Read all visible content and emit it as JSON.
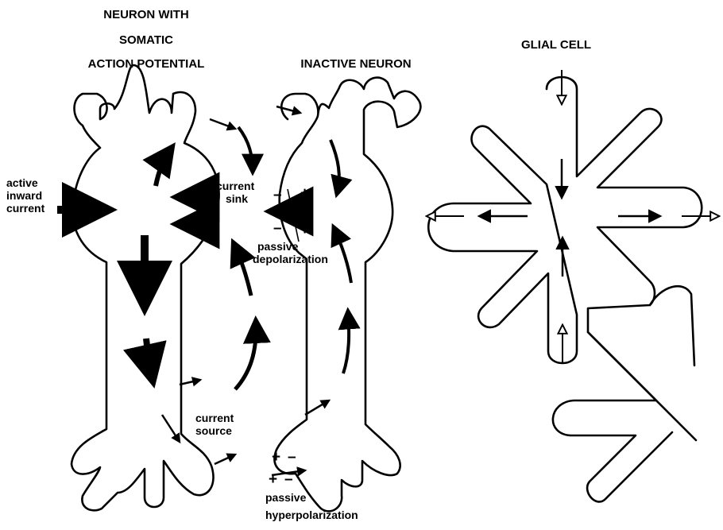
{
  "titles": {
    "left_line1": "NEURON WITH",
    "left_line2": "SOMATIC",
    "left_line3": "ACTION POTENTIAL",
    "middle": "INACTIVE NEURON",
    "right": "GLIAL CELL"
  },
  "labels": {
    "active_line1": "active",
    "active_line2": "inward",
    "active_line3": "current",
    "sink_line1": "current",
    "sink_line2": "sink",
    "source_line1": "current",
    "source_line2": "source",
    "depol_line1": "passive",
    "depol_line2": "depolarization",
    "hyper_line1": "passive",
    "hyper_line2": "hyperpolarization"
  },
  "signs": {
    "plus": "+",
    "minus": "–"
  },
  "colors": {
    "ink": "#000000",
    "background": "#ffffff"
  }
}
